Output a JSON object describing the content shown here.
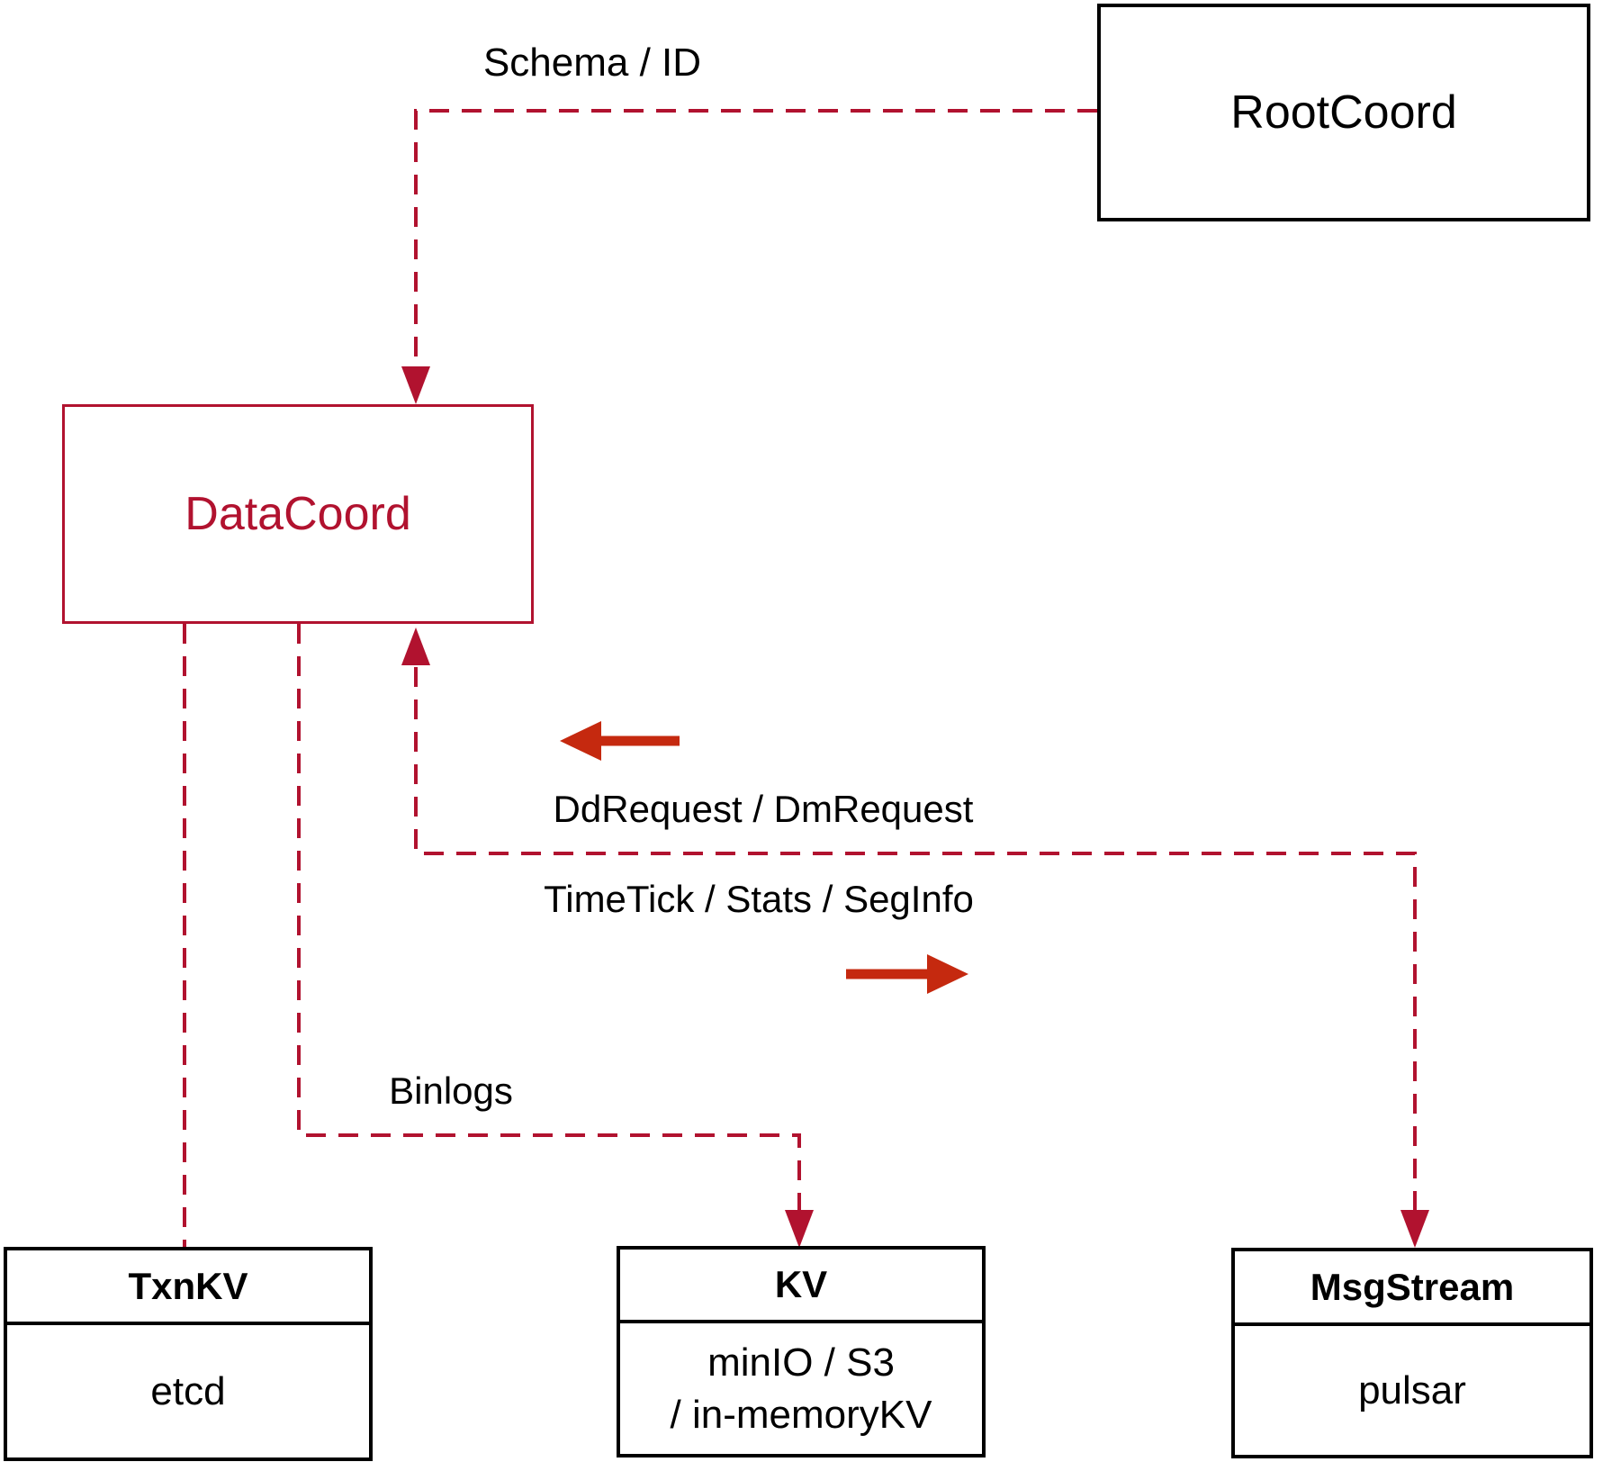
{
  "nodes": {
    "rootcoord": {
      "label": "RootCoord"
    },
    "datacoord": {
      "label": "DataCoord"
    },
    "txnkv": {
      "title": "TxnKV",
      "subtitle": "etcd"
    },
    "kv": {
      "title": "KV",
      "subtitle_line1": "minIO / S3",
      "subtitle_line2": "/ in-memoryKV"
    },
    "msgstream": {
      "title": "MsgStream",
      "subtitle": "pulsar"
    }
  },
  "edge_labels": {
    "schema_id": "Schema / ID",
    "dd_dm_request": "DdRequest / DmRequest",
    "timetick_stats_seginfo": "TimeTick / Stats / SegInfo",
    "binlogs": "Binlogs"
  },
  "colors": {
    "dashed_connector": "#b1122f",
    "datacoord_accent": "#b1122f",
    "solid_direction_arrow": "#c5290f",
    "box_border": "#000000",
    "text": "#000000",
    "background": "#ffffff"
  }
}
